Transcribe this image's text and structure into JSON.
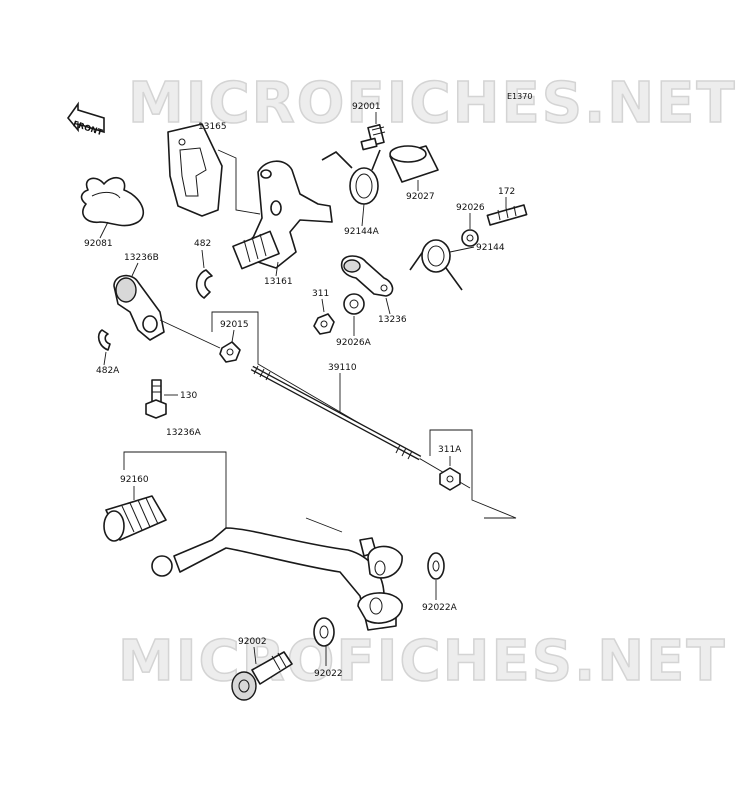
{
  "watermark": {
    "top": "MICROFICHES.NET",
    "bottom": "MICROFICHES.NET"
  },
  "diagram_code": "E1370",
  "front_arrow": "FRONT",
  "parts": {
    "p13165": "13165",
    "p92001": "92001",
    "p92081": "92081",
    "p92027": "92027",
    "p92144A": "92144A",
    "p172": "172",
    "p92026": "92026",
    "p482": "482",
    "p13161": "13161",
    "p13236B": "13236B",
    "p92144": "92144",
    "p311": "311",
    "p13236": "13236",
    "p92015": "92015",
    "p92026A": "92026A",
    "p482A": "482A",
    "p39110": "39110",
    "p130": "130",
    "p13236A": "13236A",
    "p311A": "311A",
    "p92160": "92160",
    "p92022A": "92022A",
    "p92002": "92002",
    "p92022": "92022"
  }
}
